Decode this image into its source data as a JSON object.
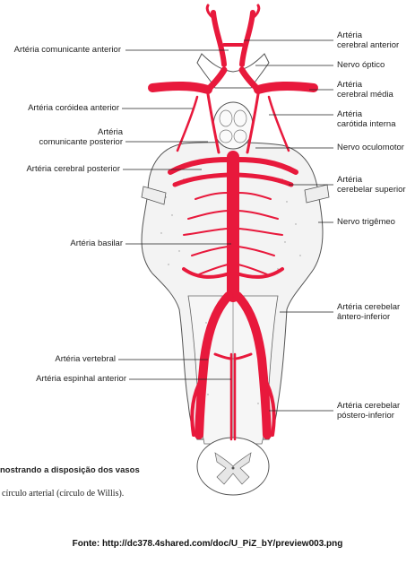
{
  "colors": {
    "artery": "#e8193c",
    "tissue": "#f3f3f3",
    "outline": "#555555",
    "leader": "#222222"
  },
  "labels_left": [
    {
      "id": "comunicante-anterior",
      "text": [
        "Artéria comunicante anterior"
      ]
    },
    {
      "id": "coroidea-anterior",
      "text": [
        "Artéria coróidea anterior"
      ]
    },
    {
      "id": "comunicante-posterior",
      "text": [
        "Artéria",
        "comunicante posterior"
      ]
    },
    {
      "id": "cerebral-posterior",
      "text": [
        "Artéria cerebral posterior"
      ]
    },
    {
      "id": "basilar",
      "text": [
        "Artéria basilar"
      ]
    },
    {
      "id": "vertebral",
      "text": [
        "Artéria vertebral"
      ]
    },
    {
      "id": "espinhal-anterior",
      "text": [
        "Artéria espinhal anterior"
      ]
    }
  ],
  "labels_right": [
    {
      "id": "cerebral-anterior",
      "text": [
        "Artéria",
        "cerebral anterior"
      ]
    },
    {
      "id": "nervo-optico",
      "text": [
        "Nervo óptico"
      ]
    },
    {
      "id": "cerebral-media",
      "text": [
        "Artéria",
        "cerebral média"
      ]
    },
    {
      "id": "carotida-interna",
      "text": [
        "Artéria",
        "carótida interna"
      ]
    },
    {
      "id": "nervo-oculomotor",
      "text": [
        "Nervo oculomotor"
      ]
    },
    {
      "id": "cerebelar-superior",
      "text": [
        "Artéria",
        "cerebelar superior"
      ]
    },
    {
      "id": "nervo-trigemeo",
      "text": [
        "Nervo trigêmeo"
      ]
    },
    {
      "id": "cerebelar-antero-inferior",
      "text": [
        "Artéria cerebelar",
        "ântero-inferior"
      ]
    },
    {
      "id": "cerebelar-postero-inferior",
      "text": [
        "Artéria cerebelar",
        "póstero-inferior"
      ]
    }
  ],
  "captions": {
    "line1": "nostrando a disposição dos vasos",
    "line2": "círculo arterial (círculo de Willis)."
  },
  "source": "Fonte: http://dc378.4shared.com/doc/U_PiZ_bY/preview003.png"
}
